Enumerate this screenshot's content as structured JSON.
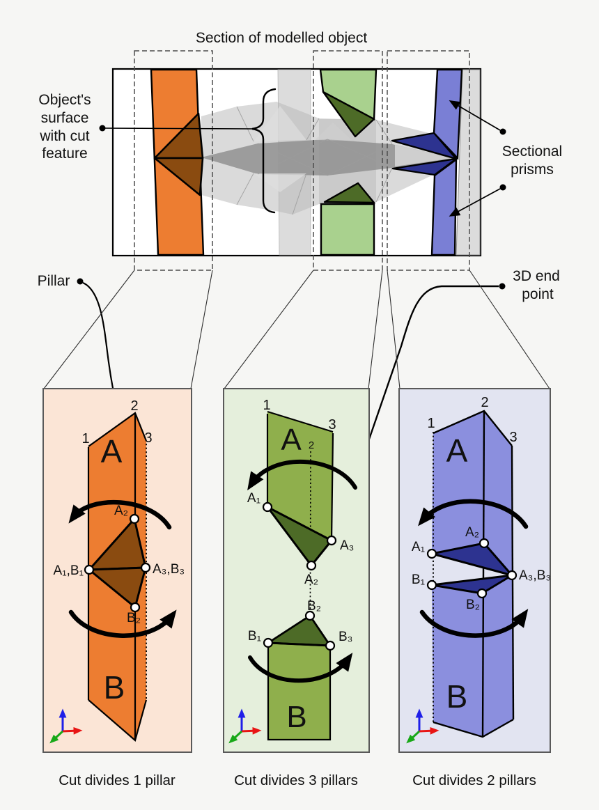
{
  "title": "Section of modelled object",
  "labels": {
    "object_surface": [
      "Object's",
      "surface",
      "with cut",
      "feature"
    ],
    "sectional_prisms": [
      "Sectional",
      "prisms"
    ],
    "pillar": "Pillar",
    "end_point": [
      "3D end",
      "point"
    ]
  },
  "panels": {
    "orange": {
      "caption": "Cut divides 1 pillar",
      "part_top": "A",
      "part_bottom": "B",
      "edge_labels": [
        "1",
        "2",
        "3"
      ],
      "points": {
        "a2": "A₂",
        "a1b1": "A₁,B₁",
        "a3b3": "A₃,B₃",
        "b2": "B₂"
      }
    },
    "green": {
      "caption": "Cut divides 3 pillars",
      "part_top": "A",
      "part_bottom": "B",
      "edge_labels": [
        "1",
        "2",
        "3"
      ],
      "points": {
        "a1": "A₁",
        "a2": "A₂",
        "a3": "A₃",
        "b1": "B₁",
        "b2": "B₂",
        "b3": "B₃"
      }
    },
    "blue": {
      "caption": "Cut divides 2 pillars",
      "part_top": "A",
      "part_bottom": "B",
      "edge_labels": [
        "1",
        "2",
        "3"
      ],
      "points": {
        "a1": "A₁",
        "a2": "A₂",
        "a3b3": "A₃,B₃",
        "b1": "B₁",
        "b2": "B₂"
      }
    }
  },
  "colors": {
    "orange": "#ED7D31",
    "orange_dark": "#8A4B10",
    "orange_bg": "#FBE5D6",
    "green_light": "#A9D18E",
    "green_mid": "#8FAF4C",
    "green_dark": "#4D6B27",
    "green_bg": "#E5EFDC",
    "blue": "#7A7FD5",
    "blue_panel": "#8B8FDE",
    "blue_dark": "#2D3390",
    "blue_bg": "#E2E4F1",
    "gray_band": "#DCDCDC",
    "axis_x": "#E81414",
    "axis_y": "#18A818",
    "axis_z": "#1F1FE8"
  }
}
